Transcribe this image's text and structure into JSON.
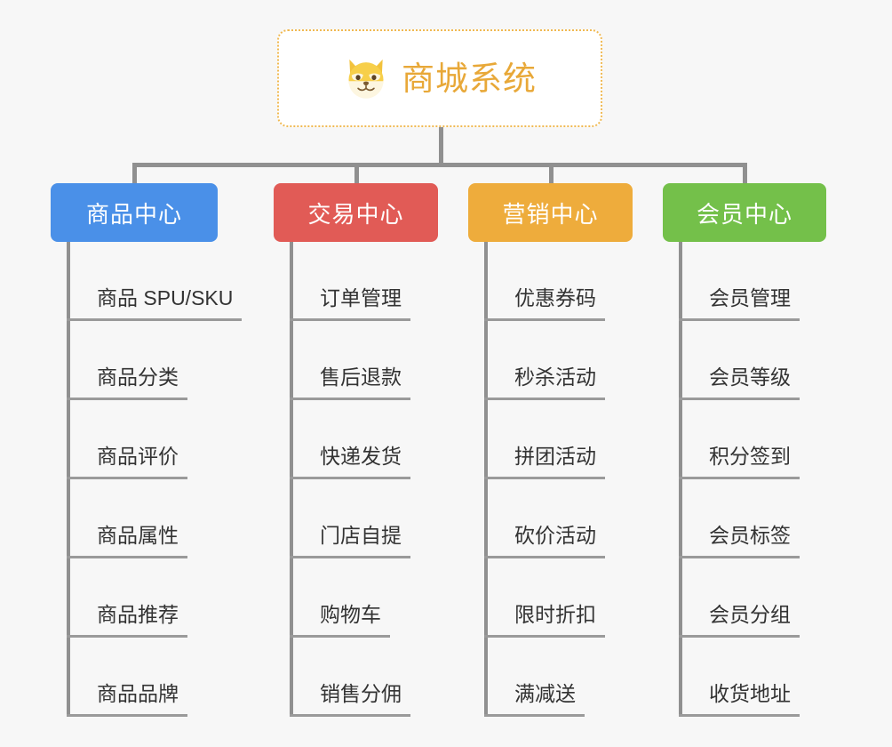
{
  "page": {
    "background_color": "#f7f7f7",
    "text_color": "#333333",
    "line_color": "#909090"
  },
  "root": {
    "title": "商城系统",
    "icon": "shiba-dog-face-icon",
    "title_color": "#e8a838",
    "border_color": "#f0b952",
    "background_color": "#ffffff"
  },
  "categories": [
    {
      "label": "商品中心",
      "color": "#4a90e8",
      "items": [
        "商品 SPU/SKU",
        "商品分类",
        "商品评价",
        "商品属性",
        "商品推荐",
        "商品品牌"
      ]
    },
    {
      "label": "交易中心",
      "color": "#e15b56",
      "items": [
        "订单管理",
        "售后退款",
        "快递发货",
        "门店自提",
        "购物车",
        "销售分佣"
      ]
    },
    {
      "label": "营销中心",
      "color": "#eeac3c",
      "items": [
        "优惠券码",
        "秒杀活动",
        "拼团活动",
        "砍价活动",
        "限时折扣",
        "满减送"
      ]
    },
    {
      "label": "会员中心",
      "color": "#74c04a",
      "items": [
        "会员管理",
        "会员等级",
        "积分签到",
        "会员标签",
        "会员分组",
        "收货地址"
      ]
    }
  ]
}
